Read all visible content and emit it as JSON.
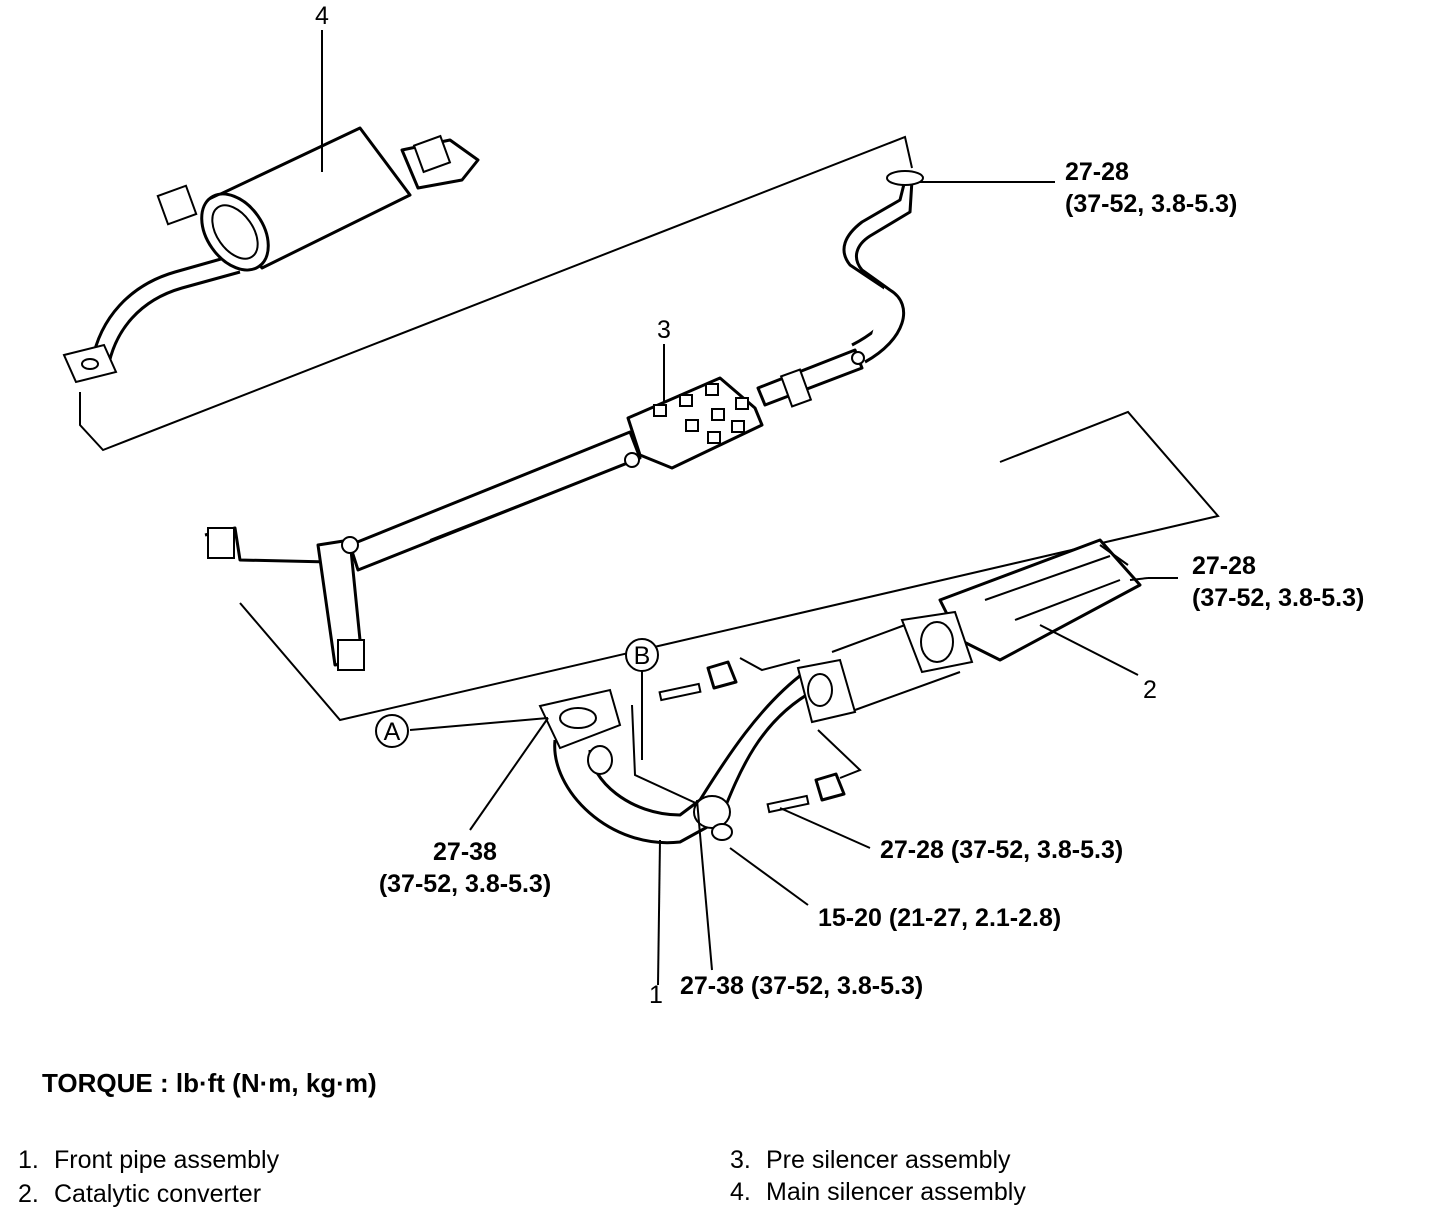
{
  "callouts": {
    "part_1": "1",
    "part_2": "2",
    "part_3": "3",
    "part_4": "4",
    "ref_a": "A",
    "ref_b": "B",
    "torque_top_right_l1": "27-28",
    "torque_top_right_l2": "(37-52, 3.8-5.3)",
    "torque_mid_right_l1": "27-28",
    "torque_mid_right_l2": "(37-52, 3.8-5.3)",
    "torque_flange": "27-28 (37-52, 3.8-5.3)",
    "torque_bracket": "15-20 (21-27, 2.1-2.8)",
    "torque_lower": "27-38 (37-52, 3.8-5.3)",
    "torque_manifold_l1": "27-38",
    "torque_manifold_l2": "(37-52, 3.8-5.3)"
  },
  "torque_units": "TORQUE : lb·ft (N·m, kg·m)",
  "legend": [
    {
      "num": "1.",
      "label": "Front pipe assembly"
    },
    {
      "num": "2.",
      "label": "Catalytic converter"
    },
    {
      "num": "3.",
      "label": "Pre silencer assembly"
    },
    {
      "num": "4.",
      "label": "Main silencer assembly"
    }
  ]
}
